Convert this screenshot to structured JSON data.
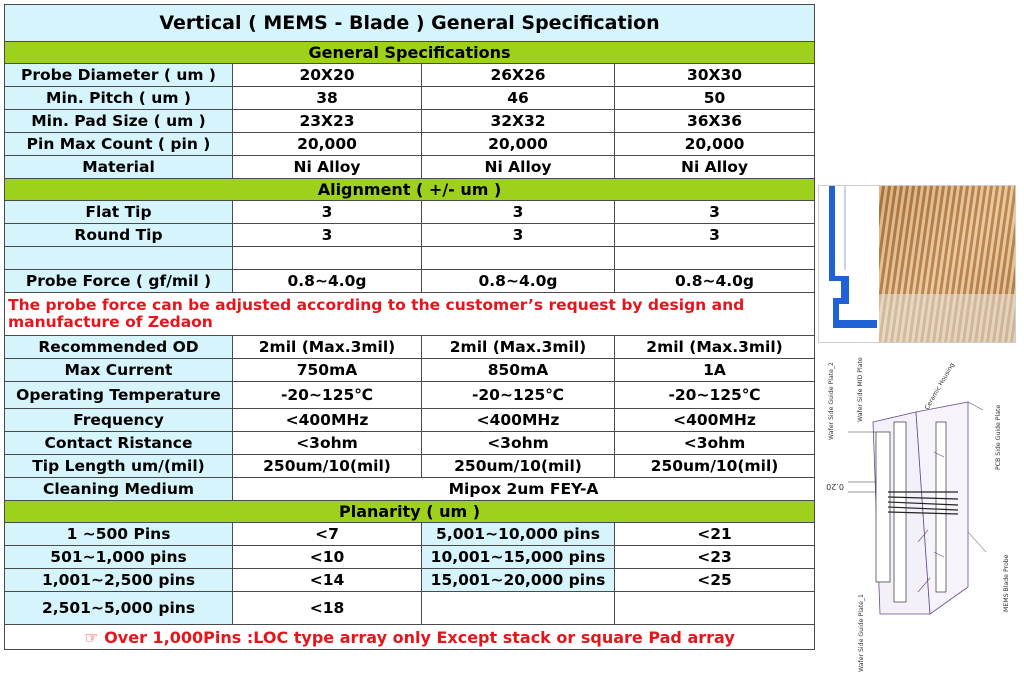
{
  "title": "Vertical ( MEMS - Blade ) General Specification",
  "sections": {
    "general": "General Specifications",
    "alignment": "Alignment ( +/- um )",
    "planarity": "Planarity ( um )"
  },
  "general_rows": [
    {
      "label": "Probe Diameter ( um )",
      "v1": "20X20",
      "v2": "26X26",
      "v3": "30X30"
    },
    {
      "label": "Min. Pitch ( um )",
      "v1": "38",
      "v2": "46",
      "v3": "50"
    },
    {
      "label": "Min. Pad Size ( um )",
      "v1": "23X23",
      "v2": "32X32",
      "v3": "36X36"
    },
    {
      "label": "Pin Max Count ( pin )",
      "v1": "20,000",
      "v2": "20,000",
      "v3": "20,000"
    },
    {
      "label": "Material",
      "v1": "Ni Alloy",
      "v2": "Ni Alloy",
      "v3": "Ni Alloy"
    }
  ],
  "alignment_rows": [
    {
      "label": "Flat Tip",
      "v1": "3",
      "v2": "3",
      "v3": "3"
    },
    {
      "label": "Round Tip",
      "v1": "3",
      "v2": "3",
      "v3": "3"
    }
  ],
  "probe_force": {
    "label": "Probe Force ( gf/mil )",
    "v1": "0.8~4.0g",
    "v2": "0.8~4.0g",
    "v3": "0.8~4.0g"
  },
  "note_force": "The probe force can be adjusted according to the customer’s request by design and manufacture of  Zedaon",
  "perf_rows": [
    {
      "label": "Recommended OD",
      "v1": "2mil (Max.3mil)",
      "v2": "2mil (Max.3mil)",
      "v3": "2mil (Max.3mil)"
    },
    {
      "label": "Max Current",
      "v1": "750mA",
      "v2": "850mA",
      "v3": "1A"
    },
    {
      "label": "Operating Temperature",
      "v1": "-20~125℃",
      "v2": "-20~125℃",
      "v3": "-20~125℃"
    },
    {
      "label": "Frequency",
      "v1": "<400MHz",
      "v2": "<400MHz",
      "v3": "<400MHz"
    },
    {
      "label": "Contact Ristance",
      "v1": "<3ohm",
      "v2": "<3ohm",
      "v3": "<3ohm"
    },
    {
      "label": "Tip Length um/(mil)",
      "v1": "250um/10(mil)",
      "v2": "250um/10(mil)",
      "v3": "250um/10(mil)"
    }
  ],
  "cleaning": {
    "label": "Cleaning Medium",
    "value": "Mipox 2um  FEY-A"
  },
  "planarity_rows": [
    {
      "range1": "1 ~500 Pins",
      "val1": "<7",
      "range2": "5,001~10,000 pins",
      "val2": "<21"
    },
    {
      "range1": "501~1,000 pins",
      "val1": "<10",
      "range2": "10,001~15,000 pins",
      "val2": "<23"
    },
    {
      "range1": "1,001~2,500 pins",
      "val1": "<14",
      "range2": "15,001~20,000 pins",
      "val2": "<25"
    },
    {
      "range1": "2,501~5,000 pins",
      "val1": "<18",
      "range2": "",
      "val2": ""
    }
  ],
  "note_loc": "☞ Over 1,000Pins :LOC type array only Except stack or square Pad array",
  "diagram_labels": {
    "wafer_guide_2": "Wafer Side Guide Plate_2",
    "wafer_mid": "Wafer Side MID Plate",
    "ceramic": "Ceramic Housing",
    "pcb_guide": "PCB Side Guide Plate",
    "mems_probe": "MEMS Blade Probe",
    "wafer_guide_1": "Wafer Side Guide Plate_1",
    "dim": "0.20"
  },
  "colors": {
    "label_bg": "#d6f4fb",
    "section_bg": "#9dd11b",
    "note_red": "#e8141c",
    "probe_gold": "#c8925a",
    "housing_blue": "#1f62d6"
  }
}
